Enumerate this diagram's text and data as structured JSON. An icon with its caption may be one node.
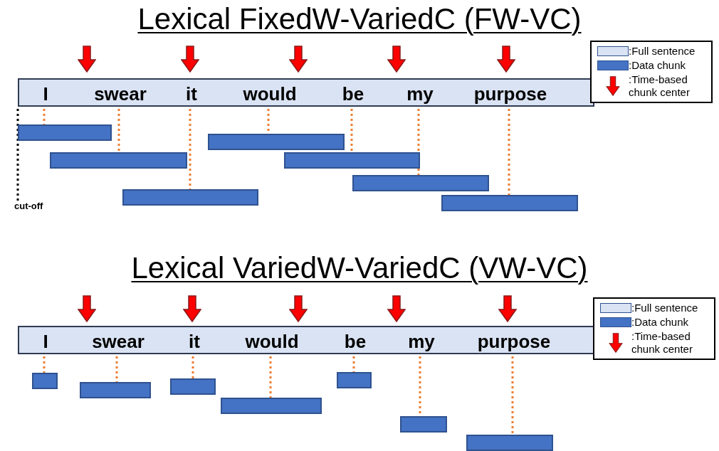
{
  "diagram": {
    "nodes": [
      {
        "text": [],
        "shape": "bar"
      },
      {
        "text": [
          "I"
        ],
        "in": 0
      },
      {
        "text": [
          "swear"
        ],
        "in": 0
      },
      {
        "text": [
          "it"
        ],
        "in": 0
      },
      {
        "text": [
          "would"
        ],
        "in": 0
      },
      {
        "text": [
          "be"
        ],
        "in": 0
      },
      {
        "text": [
          "my"
        ],
        "in": 0
      },
      {
        "text": [
          "purpose"
        ],
        "in": 0
      },
      {
        "text": [],
        "shape": "bar"
      },
      {
        "text": [],
        "shape": "bar"
      },
      {
        "text": [],
        "shape": "bar"
      },
      {
        "text": [],
        "shape": "bar"
      },
      {
        "text": [],
        "shape": "bar"
      },
      {
        "text": [],
        "shape": "bar"
      },
      {
        "text": [],
        "shape": "bar"
      },
      {
        "text": [
          "cut-off"
        ]
      },
      {
        "text": [],
        "shape": "bar"
      },
      {
        "text": [
          "I"
        ],
        "in": 16
      },
      {
        "text": [
          "swear"
        ],
        "in": 16
      },
      {
        "text": [
          "it"
        ],
        "in": 16
      },
      {
        "text": [
          "would"
        ],
        "in": 16
      },
      {
        "text": [
          "be"
        ],
        "in": 16
      },
      {
        "text": [
          "my"
        ],
        "in": 16
      },
      {
        "text": [
          "purpose"
        ],
        "in": 16
      },
      {
        "text": [],
        "shape": "bar"
      },
      {
        "text": [],
        "shape": "bar"
      },
      {
        "text": [],
        "shape": "bar"
      },
      {
        "text": [],
        "shape": "bar"
      },
      {
        "text": [],
        "shape": "bar"
      },
      {
        "text": [],
        "shape": "bar"
      },
      {
        "text": [],
        "shape": "bar"
      }
    ],
    "edges": [
      {
        "from": 1,
        "to": 8,
        "arrow": "none",
        "style": "dashed"
      },
      {
        "from": 2,
        "to": 9,
        "arrow": "none",
        "style": "dashed"
      },
      {
        "from": 3,
        "to": 10,
        "arrow": "none",
        "style": "dashed"
      },
      {
        "from": 4,
        "to": 11,
        "arrow": "none",
        "style": "dashed"
      },
      {
        "from": 5,
        "to": 12,
        "arrow": "none",
        "style": "dashed"
      },
      {
        "from": 6,
        "to": 13,
        "arrow": "none",
        "style": "dashed"
      },
      {
        "from": 7,
        "to": 14,
        "arrow": "none",
        "style": "dashed"
      },
      {
        "from": 15,
        "to": 0,
        "arrow": "none",
        "style": "dashed",
        "color": "#000000"
      },
      {
        "from": 17,
        "to": 24,
        "arrow": "none",
        "style": "dashed"
      },
      {
        "from": 18,
        "to": 25,
        "arrow": "none",
        "style": "dashed"
      },
      {
        "from": 19,
        "to": 26,
        "arrow": "none",
        "style": "dashed"
      },
      {
        "from": 20,
        "to": 27,
        "arrow": "none",
        "style": "dashed"
      },
      {
        "from": 21,
        "to": 28,
        "arrow": "none",
        "style": "dashed"
      },
      {
        "from": 22,
        "to": 29,
        "arrow": "none",
        "style": "dashed"
      },
      {
        "from": 23,
        "to": 30,
        "arrow": "none",
        "style": "dashed"
      }
    ],
    "labels": [
      "Lexical FixedW-VariedC (FW-VC)",
      "Lexical VariedW-VariedC (VW-VC)"
    ],
    "legend": [
      {
        "text": ":Full sentence",
        "color": "#dae3f3"
      },
      {
        "text": ":Data chunk",
        "color": "#4472c4"
      },
      {
        "text": ":Time-based chunk center"
      },
      {
        "text": ":Full sentence",
        "color": "#dae3f3"
      },
      {
        "text": ":Data chunk",
        "color": "#4472c4"
      },
      {
        "text": ":Time-based chunk center"
      }
    ]
  }
}
